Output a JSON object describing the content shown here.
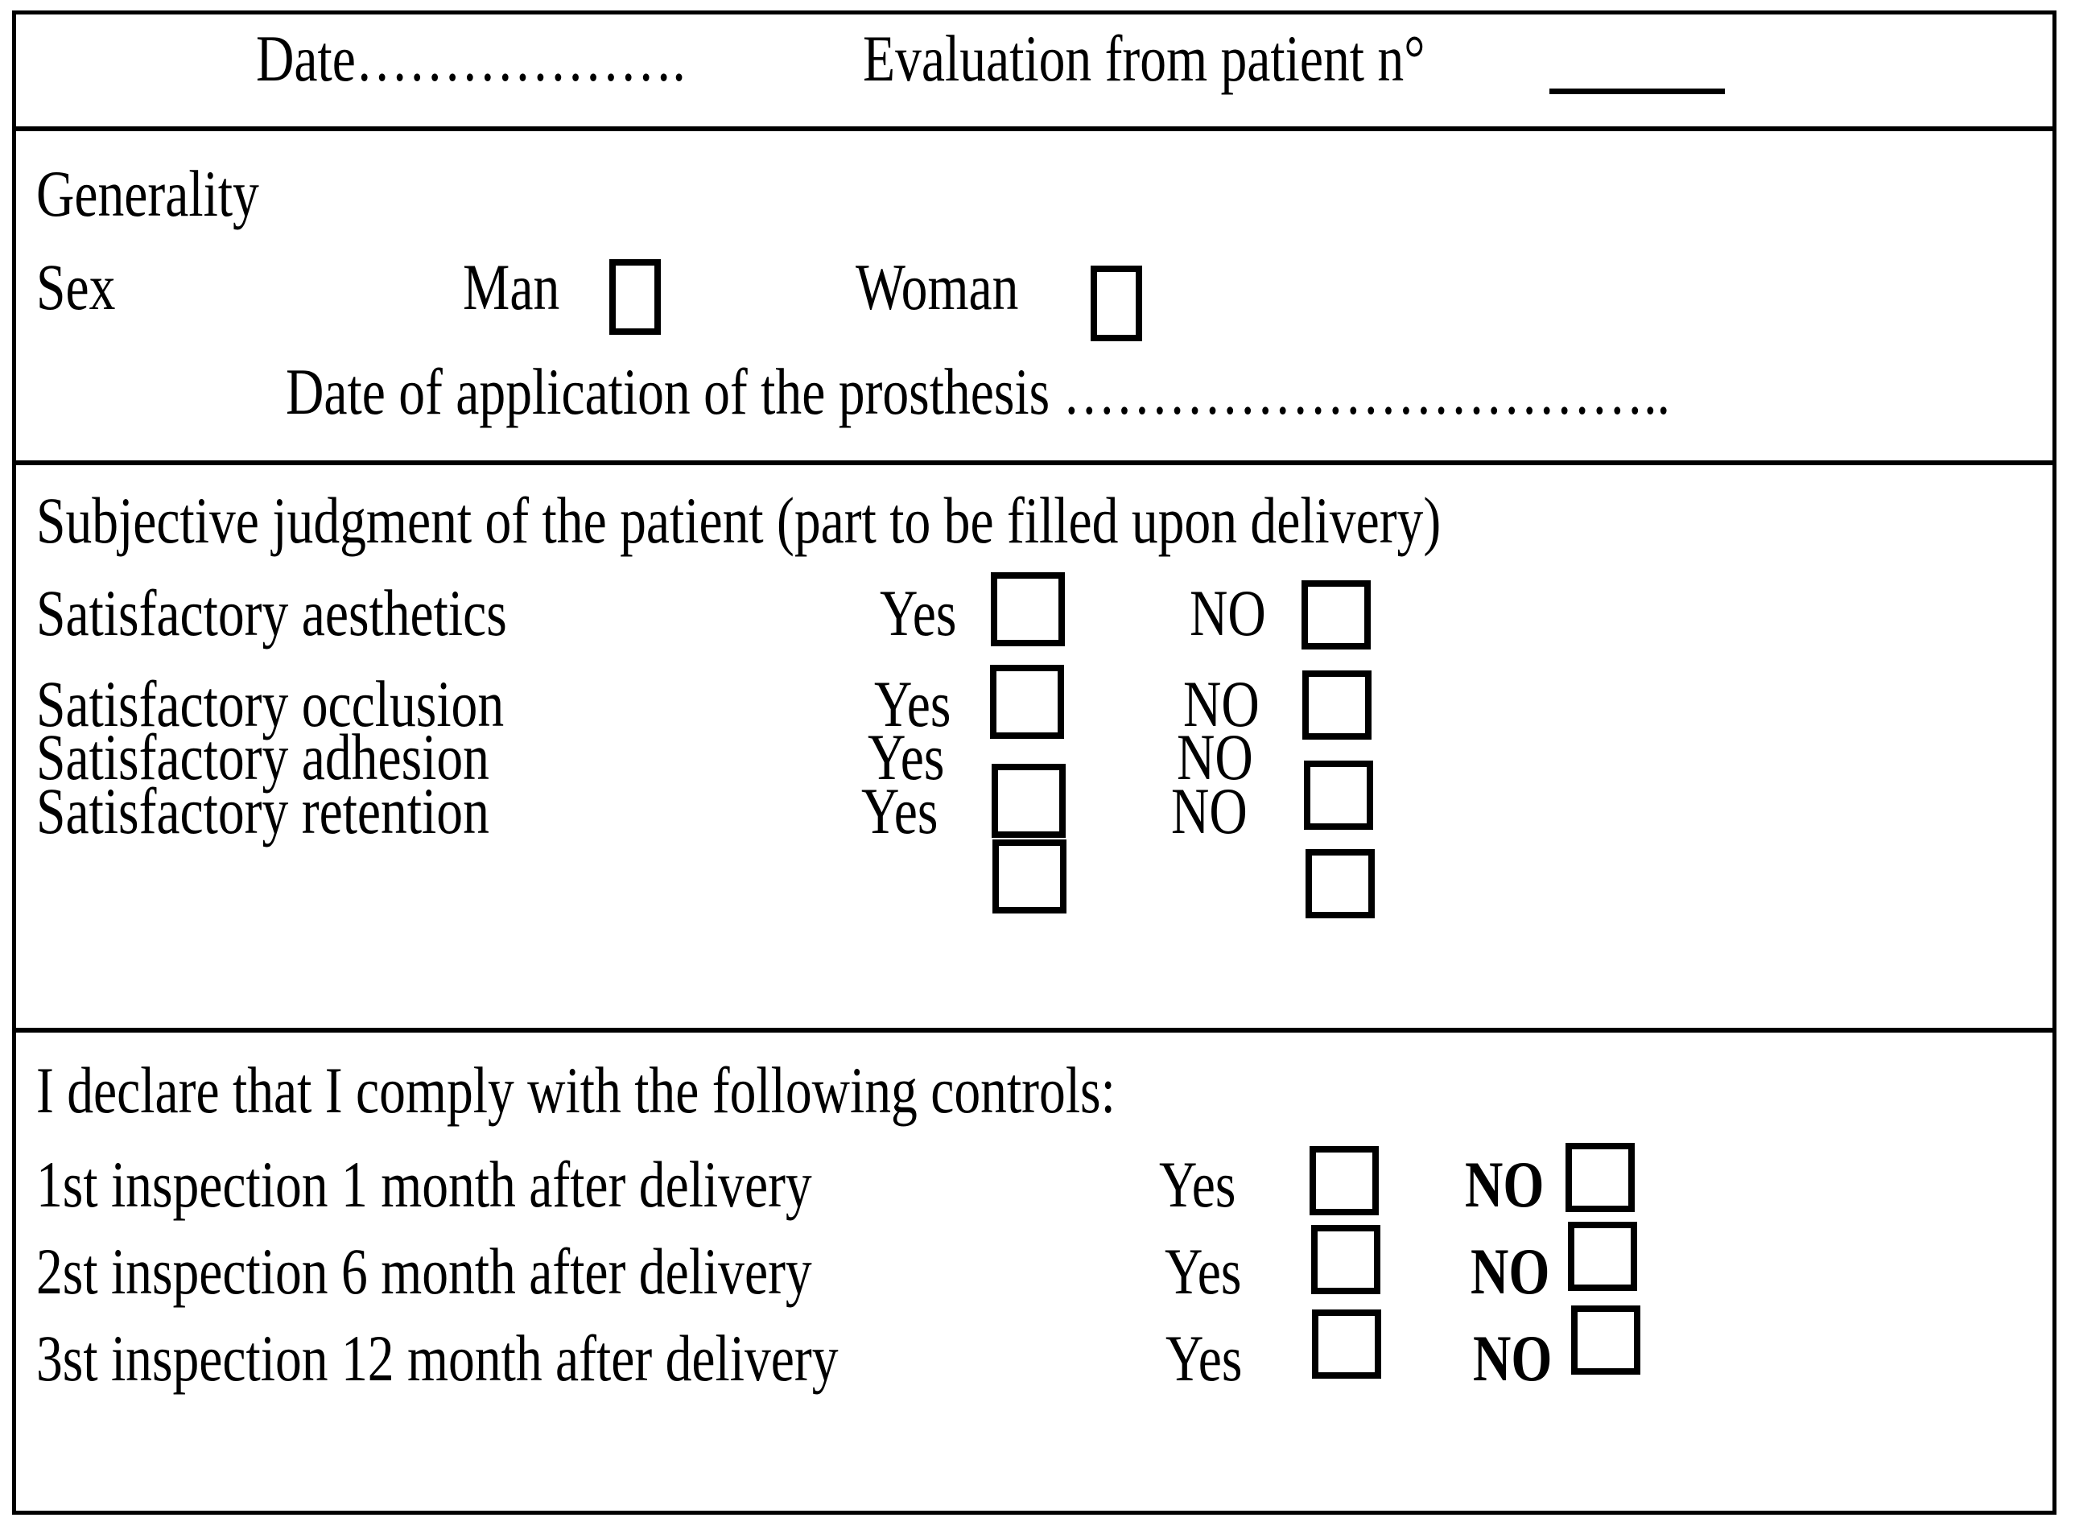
{
  "document": {
    "title": "Evaluation from patient form",
    "ink_color": "#000000",
    "paper_color": "#ffffff"
  },
  "header": {
    "date_label": "Date……………….",
    "evaluation_label": "Evaluation from patient n°",
    "patient_number_value": ""
  },
  "generality": {
    "heading": "Generality",
    "sex_label": "Sex",
    "options": [
      {
        "label": "Man",
        "checked": false
      },
      {
        "label": "Woman",
        "checked": false
      }
    ],
    "prosthesis_date_label": "Date of application of the prosthesis …………………………….."
  },
  "subjective": {
    "heading": "Subjective judgment of the patient (part to be filled upon delivery)",
    "yes_label": "Yes",
    "no_label": "NO",
    "rows": [
      {
        "label": "Satisfactory aesthetics",
        "yes_checked": false,
        "no_checked": false
      },
      {
        "label": "Satisfactory occlusion",
        "yes_checked": false,
        "no_checked": false
      },
      {
        "label": "Satisfactory adhesion",
        "yes_checked": false,
        "no_checked": false
      },
      {
        "label": "Satisfactory retention",
        "yes_checked": false,
        "no_checked": false
      }
    ]
  },
  "controls": {
    "heading": "I declare that I comply with the following controls:",
    "yes_label": "Yes",
    "no_label": "NO",
    "rows": [
      {
        "label": "1st inspection 1 month after delivery",
        "yes_checked": false,
        "no_checked": false
      },
      {
        "label": "2st inspection 6 month after delivery",
        "yes_checked": false,
        "no_checked": false
      },
      {
        "label": "3st inspection 12 month after delivery",
        "yes_checked": false,
        "no_checked": false
      }
    ]
  }
}
